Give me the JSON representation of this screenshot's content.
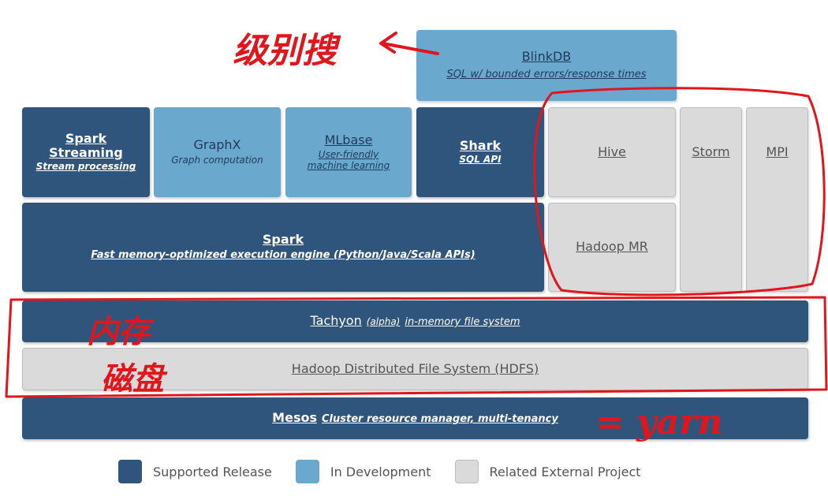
{
  "blocks": {
    "blinkdb": {
      "title": "BlinkDB",
      "subtitle": "SQL w/ bounded errors/response times"
    },
    "spark_streaming": {
      "title_line1": "Spark",
      "title_line2": "Streaming",
      "subtitle": "Stream processing"
    },
    "graphx": {
      "title": "GraphX",
      "subtitle": "Graph computation"
    },
    "mlbase": {
      "title": "MLbase",
      "subtitle_line1": "User-friendly",
      "subtitle_line2": "machine learning"
    },
    "shark": {
      "title": "Shark",
      "subtitle": "SQL API"
    },
    "hive": {
      "title": "Hive"
    },
    "storm": {
      "title": "Storm"
    },
    "mpi": {
      "title": "MPI"
    },
    "spark": {
      "title": "Spark",
      "subtitle": "Fast memory-optimized execution engine (Python/Java/Scala APIs)"
    },
    "hadoop_mr": {
      "title": "Hadoop MR"
    },
    "tachyon": {
      "title": "Tachyon",
      "alpha": "(alpha)",
      "subtitle": "in-memory file system"
    },
    "hdfs": {
      "title": "Hadoop Distributed File System (HDFS)"
    },
    "mesos": {
      "title": "Mesos",
      "subtitle": "Cluster resource manager, multi-tenancy"
    }
  },
  "legend": [
    {
      "label": "Supported Release",
      "color": "#30557d"
    },
    {
      "label": "In Development",
      "color": "#6aa9cd"
    },
    {
      "label": "Related External Project",
      "color": "#dadada"
    }
  ],
  "annotations": {
    "color": "#e0161c",
    "top_note": "级别搜",
    "memory_note": "内存",
    "storage_note": "磁盘",
    "yarn_note": "= yarn"
  }
}
